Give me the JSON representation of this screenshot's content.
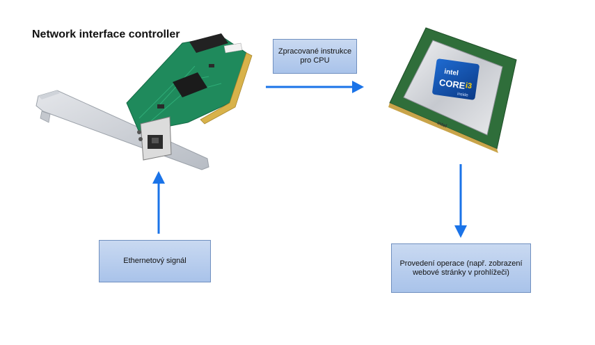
{
  "diagram": {
    "title": "Network interface controller",
    "boxes": {
      "cpu_instructions": "Zpracované instrukce pro CPU",
      "ethernet_signal": "Ethernetový signál",
      "operation_result": "Provedení operace (např. zobrazení webové stránky v prohlížeči)"
    },
    "cpu_badge": {
      "brand": "intel",
      "line": "CORE",
      "model": "i3",
      "suffix": "inside"
    },
    "colors": {
      "arrow": "#1a73e8",
      "box_fill": "#b7cdee",
      "box_border": "#6f8fbf",
      "pcb": "#1f8a5c"
    }
  }
}
